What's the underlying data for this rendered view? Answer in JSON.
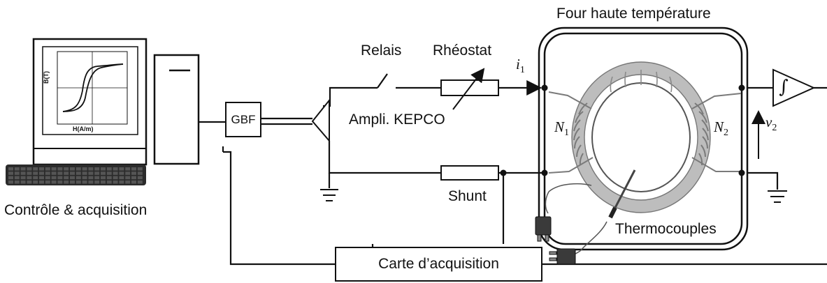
{
  "labels": {
    "furnace": "Four haute température",
    "relay": "Relais",
    "rheostat": "Rhéostat",
    "amplifier": "Ampli. KEPCO",
    "gbf": "GBF",
    "shunt": "Shunt",
    "control": "Contrôle & acquisition",
    "thermocouples": "Thermocouples",
    "acquisition_card": "Carte d’acquisition",
    "integrator": "∫"
  },
  "math": {
    "i1": {
      "sym": "i",
      "sub": "1"
    },
    "v2": {
      "sym": "v",
      "sub": "2"
    },
    "n1": {
      "sym": "N",
      "sub": "1"
    },
    "n2": {
      "sym": "N",
      "sub": "2"
    }
  },
  "plot": {
    "ylabel": "B(T)",
    "xlabel": "H(A/m)"
  }
}
